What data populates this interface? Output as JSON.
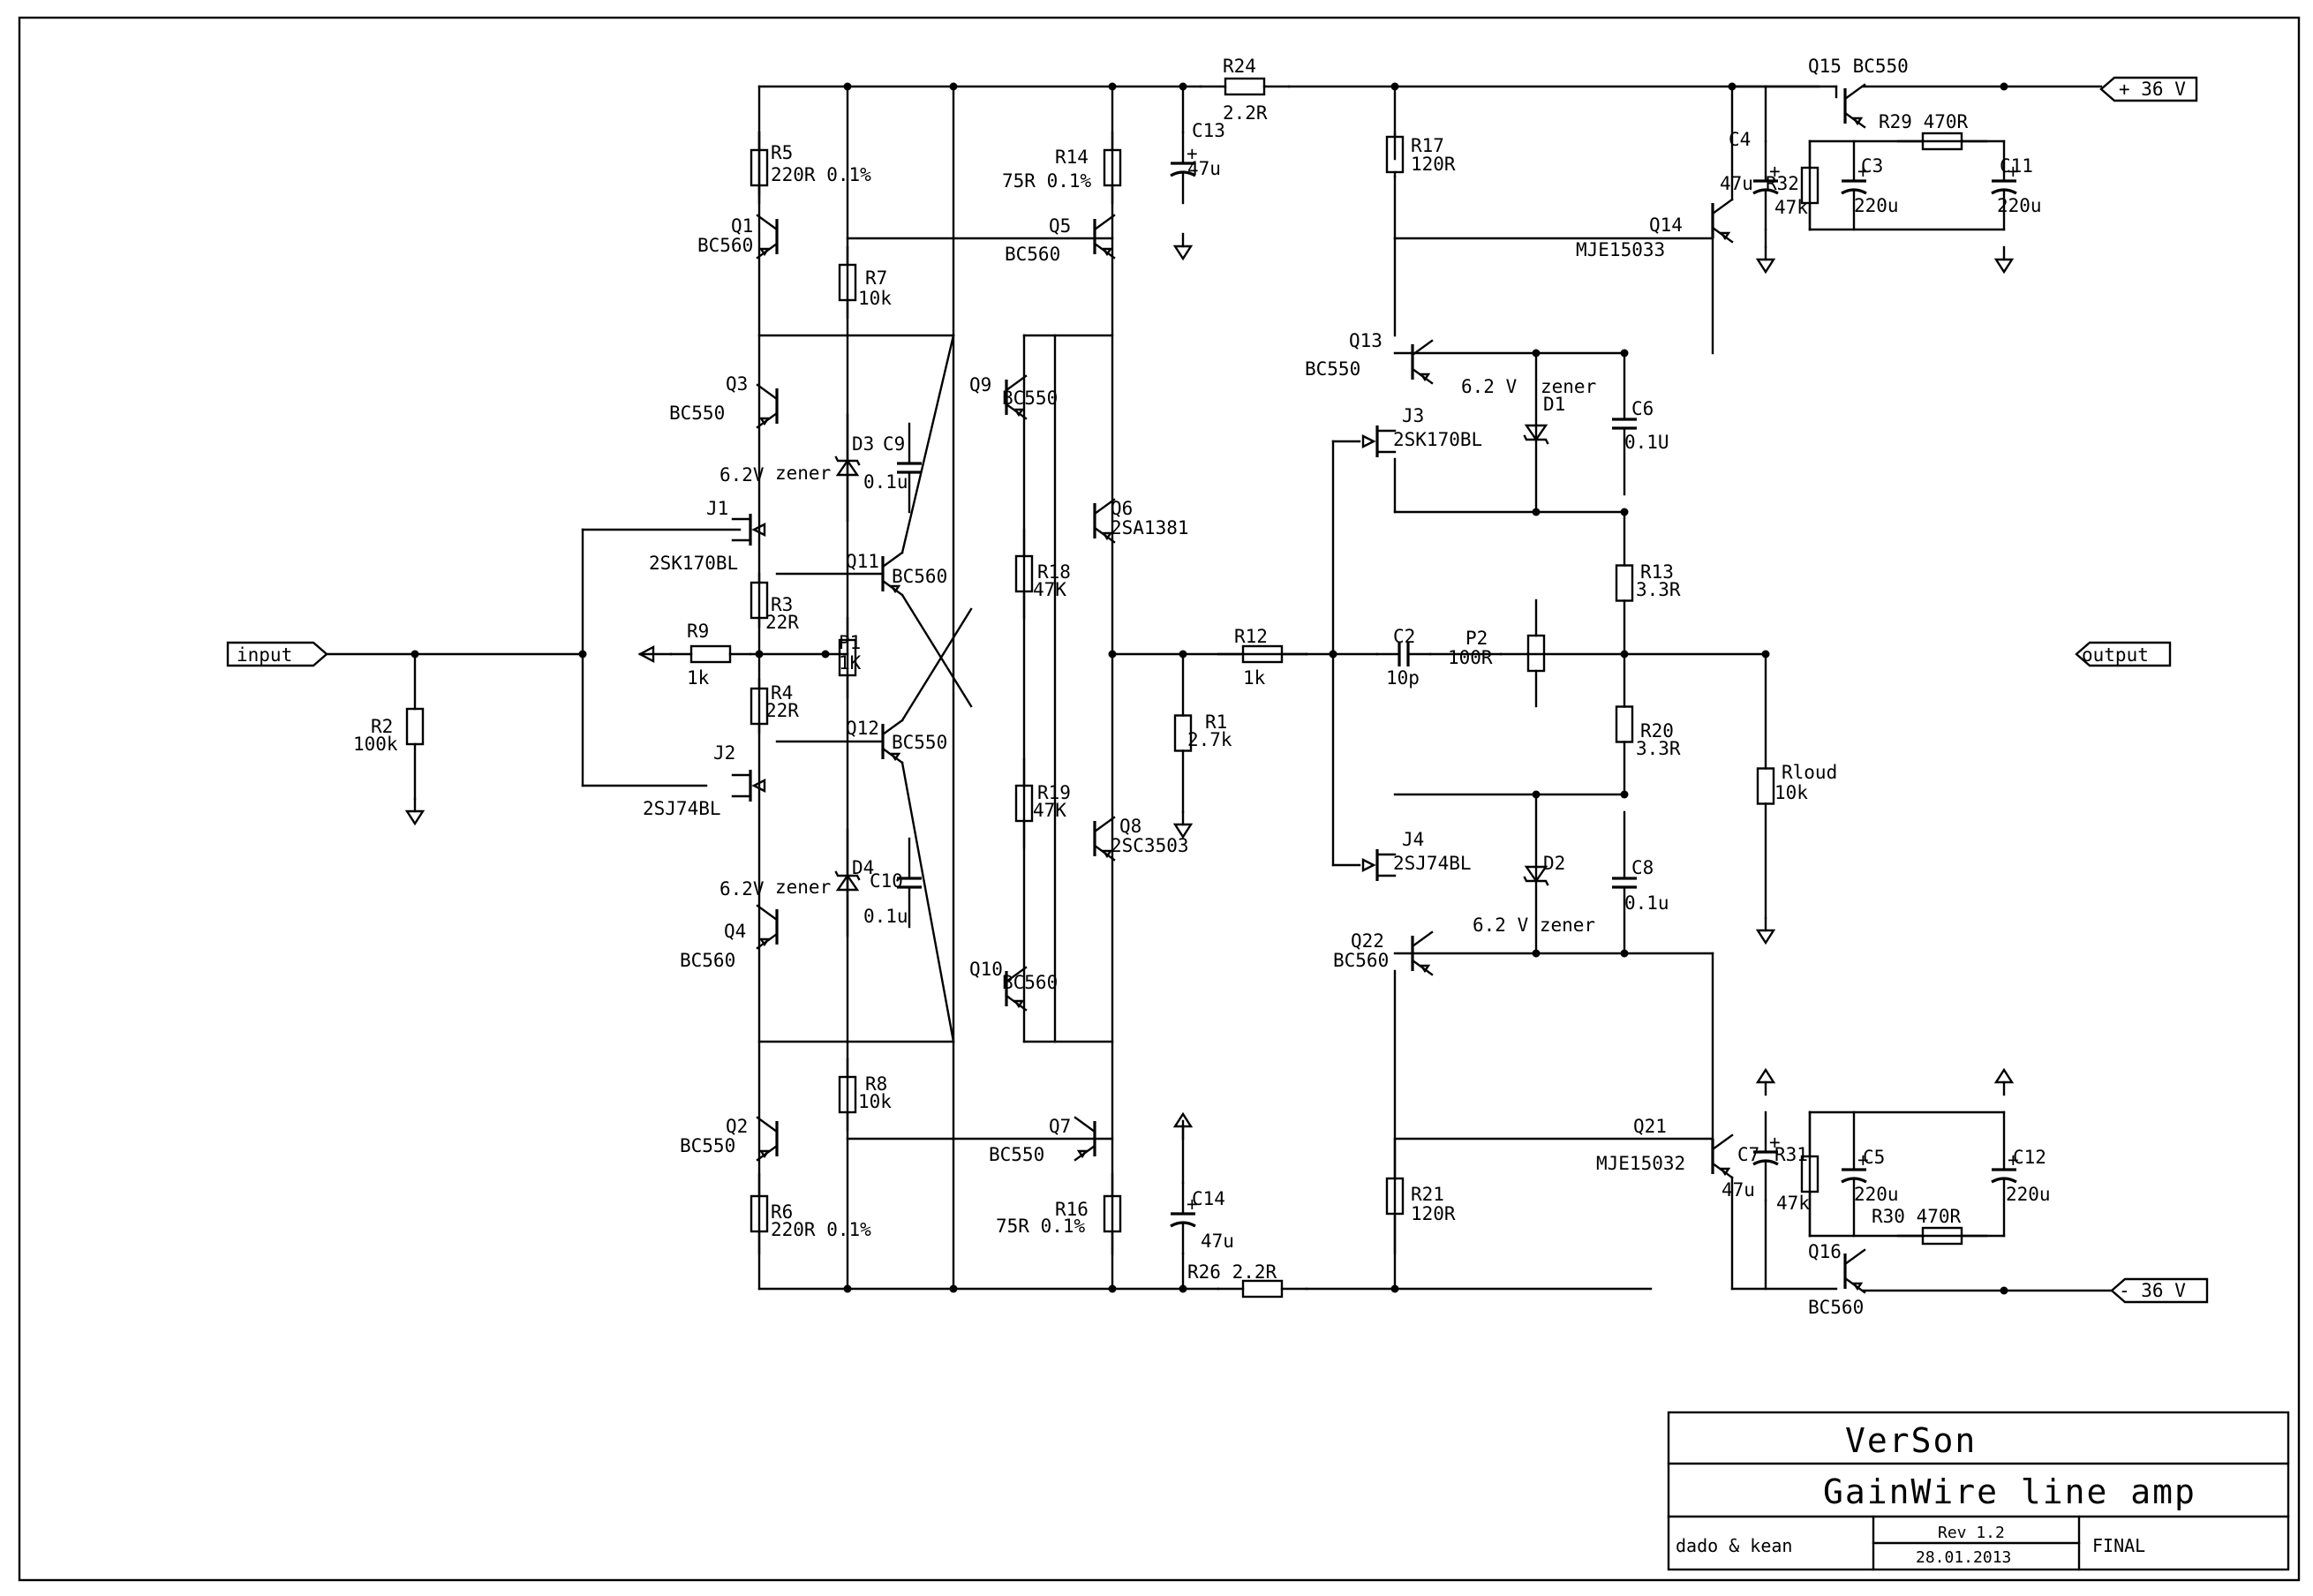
{
  "title_block": {
    "company": "VerSon",
    "title": "GainWire line amp",
    "authors": "dado & kean",
    "revision": "Rev 1.2",
    "date": "28.01.2013",
    "status": "FINAL"
  },
  "ports": {
    "input": "input",
    "output": "output",
    "vpos": "+ 36 V",
    "vneg": "- 36 V"
  },
  "labels": [
    {
      "id": "R5",
      "text": "R5"
    },
    {
      "id": "R5v",
      "text": "220R 0.1%"
    },
    {
      "id": "Q1",
      "text": "Q1"
    },
    {
      "id": "Q1v",
      "text": "BC560"
    },
    {
      "id": "R7",
      "text": "R7"
    },
    {
      "id": "R7v",
      "text": "10k"
    },
    {
      "id": "Q3",
      "text": "Q3"
    },
    {
      "id": "Q3v",
      "text": "BC550"
    },
    {
      "id": "D3",
      "text": "D3"
    },
    {
      "id": "C9",
      "text": "C9"
    },
    {
      "id": "D3v",
      "text": "6.2V"
    },
    {
      "id": "D3z",
      "text": "zener"
    },
    {
      "id": "C9v",
      "text": "0.1u"
    },
    {
      "id": "J1",
      "text": "J1"
    },
    {
      "id": "J1v",
      "text": "2SK170BL"
    },
    {
      "id": "Q11",
      "text": "Q11"
    },
    {
      "id": "Q11v",
      "text": "BC560"
    },
    {
      "id": "R3",
      "text": "R3"
    },
    {
      "id": "R3v",
      "text": "22R"
    },
    {
      "id": "R9",
      "text": "R9"
    },
    {
      "id": "R9v",
      "text": "1k"
    },
    {
      "id": "P1",
      "text": "P1"
    },
    {
      "id": "P1v",
      "text": "1K"
    },
    {
      "id": "R4",
      "text": "R4"
    },
    {
      "id": "R4v",
      "text": "22R"
    },
    {
      "id": "Q12",
      "text": "Q12"
    },
    {
      "id": "Q12v",
      "text": "BC550"
    },
    {
      "id": "J2",
      "text": "J2"
    },
    {
      "id": "J2v",
      "text": "2SJ74BL"
    },
    {
      "id": "D4",
      "text": "D4"
    },
    {
      "id": "C10",
      "text": "C10"
    },
    {
      "id": "D4v",
      "text": "6.2V"
    },
    {
      "id": "D4z",
      "text": "zener"
    },
    {
      "id": "C10v",
      "text": "0.1u"
    },
    {
      "id": "Q4",
      "text": "Q4"
    },
    {
      "id": "Q4v",
      "text": "BC560"
    },
    {
      "id": "R8",
      "text": "R8"
    },
    {
      "id": "R8v",
      "text": "10k"
    },
    {
      "id": "Q2",
      "text": "Q2"
    },
    {
      "id": "Q2v",
      "text": "BC550"
    },
    {
      "id": "R6",
      "text": "R6"
    },
    {
      "id": "R6v",
      "text": "220R 0.1%"
    },
    {
      "id": "R2",
      "text": "R2"
    },
    {
      "id": "R2v",
      "text": "100k"
    },
    {
      "id": "R24",
      "text": "R24"
    },
    {
      "id": "R24v",
      "text": "2.2R"
    },
    {
      "id": "C13",
      "text": "C13"
    },
    {
      "id": "C13v",
      "text": "47u"
    },
    {
      "id": "R14",
      "text": "R14"
    },
    {
      "id": "R14v",
      "text": "75R 0.1%"
    },
    {
      "id": "Q5",
      "text": "Q5"
    },
    {
      "id": "Q5v",
      "text": "BC560"
    },
    {
      "id": "Q9",
      "text": "Q9"
    },
    {
      "id": "Q9v",
      "text": "BC550"
    },
    {
      "id": "Q6",
      "text": "Q6"
    },
    {
      "id": "Q6v",
      "text": "2SA1381"
    },
    {
      "id": "R18",
      "text": "R18"
    },
    {
      "id": "R18v",
      "text": "47K"
    },
    {
      "id": "R19",
      "text": "R19"
    },
    {
      "id": "R19v",
      "text": "47K"
    },
    {
      "id": "Q8",
      "text": "Q8"
    },
    {
      "id": "Q8v",
      "text": "2SC3503"
    },
    {
      "id": "Q10",
      "text": "Q10"
    },
    {
      "id": "Q10v",
      "text": "BC560"
    },
    {
      "id": "Q7",
      "text": "Q7"
    },
    {
      "id": "Q7v",
      "text": "BC550"
    },
    {
      "id": "R16",
      "text": "R16"
    },
    {
      "id": "R16v",
      "text": "75R 0.1%"
    },
    {
      "id": "C14",
      "text": "C14"
    },
    {
      "id": "C14v",
      "text": "47u"
    },
    {
      "id": "R26",
      "text": "R26 2.2R"
    },
    {
      "id": "R12",
      "text": "R12"
    },
    {
      "id": "R12v",
      "text": "1k"
    },
    {
      "id": "R1",
      "text": "R1"
    },
    {
      "id": "R1v",
      "text": "2.7k"
    },
    {
      "id": "R17",
      "text": "R17"
    },
    {
      "id": "R17v",
      "text": "120R"
    },
    {
      "id": "Q13",
      "text": "Q13"
    },
    {
      "id": "Q13v",
      "text": "BC550"
    },
    {
      "id": "J3",
      "text": "J3"
    },
    {
      "id": "J3v",
      "text": "2SK170BL"
    },
    {
      "id": "D1z",
      "text": "6.2 V"
    },
    {
      "id": "D1zz",
      "text": "zener"
    },
    {
      "id": "D1",
      "text": "D1"
    },
    {
      "id": "C6",
      "text": "C6"
    },
    {
      "id": "C6v",
      "text": "0.1U"
    },
    {
      "id": "R13",
      "text": "R13"
    },
    {
      "id": "R13v",
      "text": "3.3R"
    },
    {
      "id": "C2",
      "text": "C2"
    },
    {
      "id": "C2v",
      "text": "10p"
    },
    {
      "id": "P2",
      "text": "P2"
    },
    {
      "id": "P2v",
      "text": "100R"
    },
    {
      "id": "R20",
      "text": "R20"
    },
    {
      "id": "R20v",
      "text": "3.3R"
    },
    {
      "id": "J4",
      "text": "J4"
    },
    {
      "id": "J4v",
      "text": "2SJ74BL"
    },
    {
      "id": "D2",
      "text": "D2"
    },
    {
      "id": "C8",
      "text": "C8"
    },
    {
      "id": "C8v",
      "text": "0.1u"
    },
    {
      "id": "D2z",
      "text": "6.2 V  zener"
    },
    {
      "id": "Q22",
      "text": "Q22"
    },
    {
      "id": "Q22v",
      "text": "BC560"
    },
    {
      "id": "R21",
      "text": "R21"
    },
    {
      "id": "R21v",
      "text": "120R"
    },
    {
      "id": "Q14",
      "text": "Q14"
    },
    {
      "id": "Q14v",
      "text": "MJE15033"
    },
    {
      "id": "Q21",
      "text": "Q21"
    },
    {
      "id": "Q21v",
      "text": "MJE15032"
    },
    {
      "id": "Q15",
      "text": "Q15  BC550"
    },
    {
      "id": "R29",
      "text": "R29 470R"
    },
    {
      "id": "C4",
      "text": "C4"
    },
    {
      "id": "C4v",
      "text": "47u"
    },
    {
      "id": "R32",
      "text": "R32"
    },
    {
      "id": "R32v",
      "text": "47k"
    },
    {
      "id": "C3",
      "text": "C3"
    },
    {
      "id": "C3v",
      "text": "220u"
    },
    {
      "id": "C11",
      "text": "C11"
    },
    {
      "id": "C11v",
      "text": "220u"
    },
    {
      "id": "Rl",
      "text": "Rloud"
    },
    {
      "id": "Rlv",
      "text": "10k"
    },
    {
      "id": "C7",
      "text": "C7"
    },
    {
      "id": "C7v",
      "text": "47u"
    },
    {
      "id": "R31",
      "text": "R31"
    },
    {
      "id": "R31v",
      "text": "47k"
    },
    {
      "id": "C5",
      "text": "C5"
    },
    {
      "id": "C5v",
      "text": "220u"
    },
    {
      "id": "C12",
      "text": "C12"
    },
    {
      "id": "C12v",
      "text": "220u"
    },
    {
      "id": "R30",
      "text": "R30 470R"
    },
    {
      "id": "Q16",
      "text": "Q16"
    },
    {
      "id": "Q16v",
      "text": "BC560"
    }
  ]
}
